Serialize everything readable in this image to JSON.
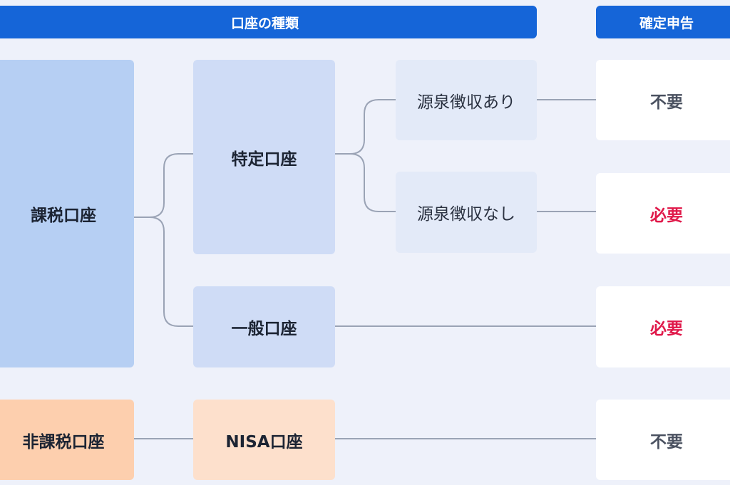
{
  "headers": {
    "account_types": "口座の種類",
    "tax_return": "確定申告"
  },
  "nodes": {
    "taxable": "課税口座",
    "tokutei": "特定口座",
    "withholding_yes": "源泉徴収あり",
    "withholding_no": "源泉徴収なし",
    "general": "一般口座",
    "non_taxable": "非課税口座",
    "nisa": "NISA口座"
  },
  "results": {
    "withholding_yes": "不要",
    "withholding_no": "必要",
    "general": "必要",
    "nisa": "不要"
  },
  "colors": {
    "header": "#1565d8",
    "required": "#e0194a",
    "not_required": "#4a5160"
  }
}
